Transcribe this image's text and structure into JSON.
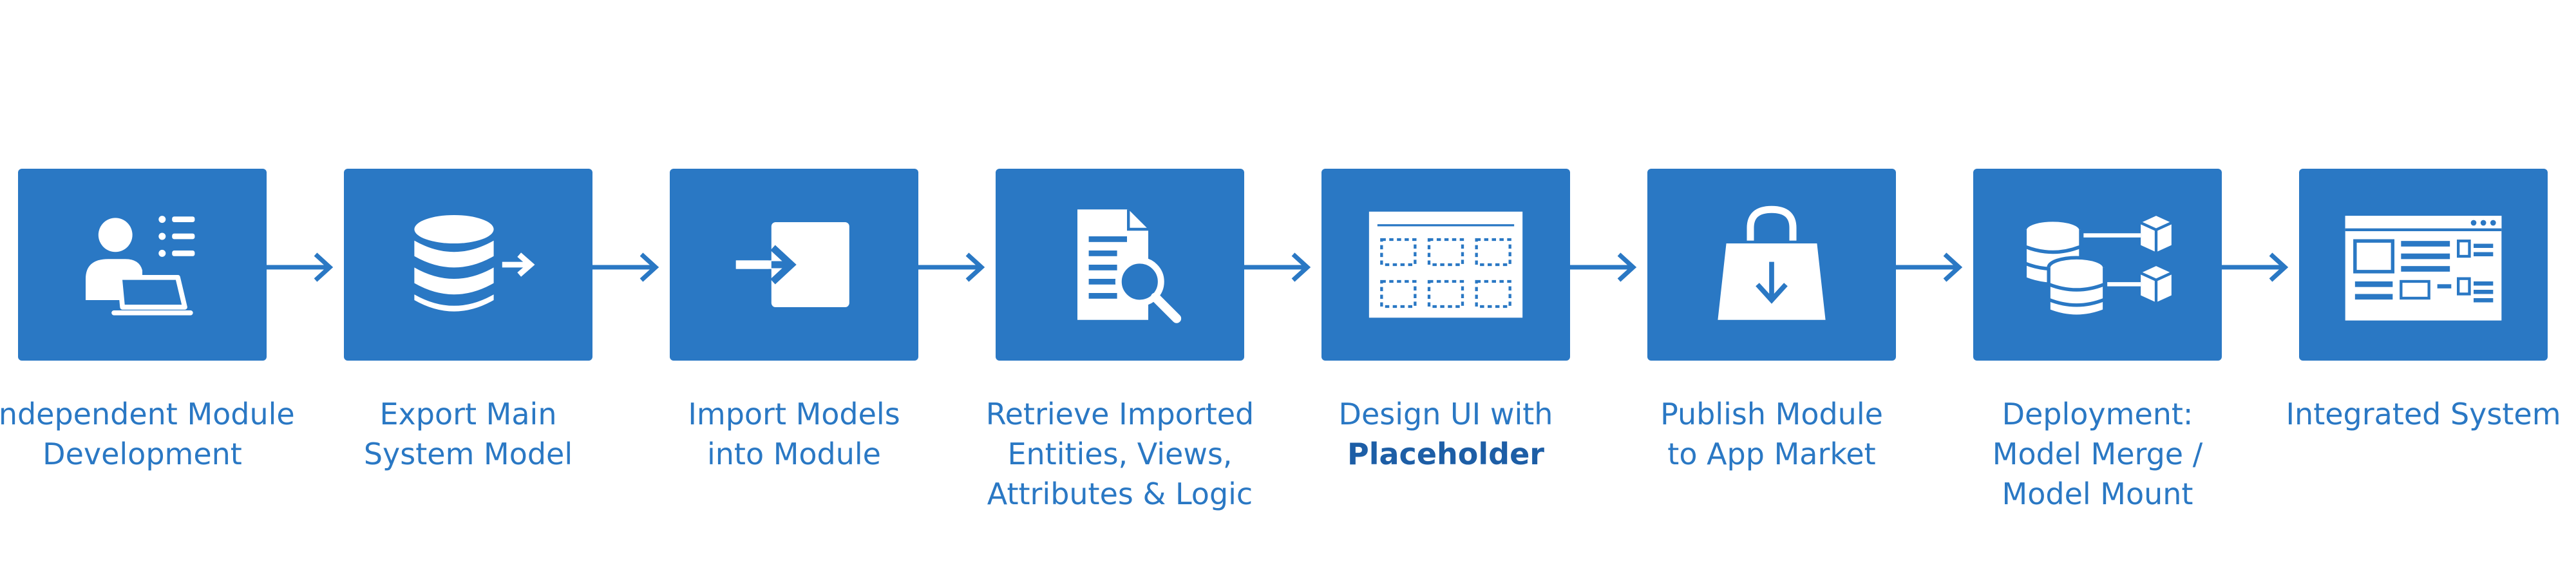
{
  "colors": {
    "accent": "#2a78c4",
    "background": "#ffffff",
    "icon": "#ffffff"
  },
  "steps": [
    {
      "icon": "person-laptop-icon",
      "label_lines": [
        "Independent Module",
        "Development"
      ]
    },
    {
      "icon": "database-export-icon",
      "label_lines": [
        "Export Main",
        "System Model"
      ]
    },
    {
      "icon": "import-into-box-icon",
      "label_lines": [
        "Import Models",
        "into Module"
      ]
    },
    {
      "icon": "document-search-icon",
      "label_lines": [
        "Retrieve Imported",
        "Entities, Views,",
        "Attributes & Logic"
      ]
    },
    {
      "icon": "ui-placeholder-grid-icon",
      "label_lines": [
        "Design UI with",
        "Placeholder"
      ]
    },
    {
      "icon": "shopping-bag-download-icon",
      "label_lines": [
        "Publish Module",
        "to App Market"
      ]
    },
    {
      "icon": "database-merge-icon",
      "label_lines": [
        "Deployment:",
        "Model Merge /",
        "Model Mount"
      ]
    },
    {
      "icon": "integrated-window-icon",
      "label_lines": [
        "Integrated System"
      ]
    }
  ]
}
